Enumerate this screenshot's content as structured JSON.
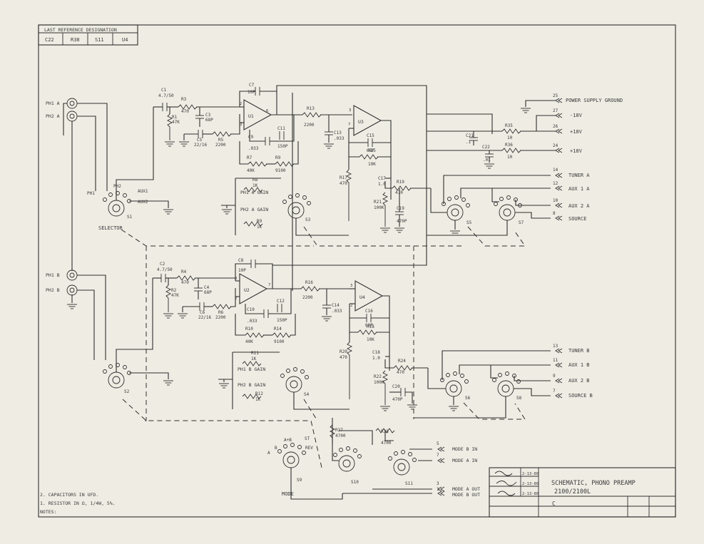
{
  "ref_table": {
    "header": "LAST REFERENCE DESIGNATION",
    "cells": [
      "C22",
      "R38",
      "S11",
      "U4"
    ]
  },
  "title_block": {
    "title": "SCHEMATIC, PHONO PREAMP",
    "model": "2100/2100L",
    "dates": [
      "2-13-80",
      "2-13-80",
      "2-13-80"
    ],
    "sheet": "C"
  },
  "notes": {
    "heading": "NOTES:",
    "lines": [
      "1. RESISTOR IN Ω, 1/4W, 5%.",
      "2. CAPACITORS IN UFD."
    ]
  },
  "inputs": {
    "ph1a": "PH1 A",
    "ph2a": "PH2 A",
    "ph1b": "PH1 B",
    "ph2b": "PH2 B"
  },
  "selector": {
    "ph1": "PH1",
    "ph2": "PH2",
    "aux1": "AUX1",
    "aux2": "AUX2",
    "label": "SELECTOR",
    "s1": "S1",
    "s2": "S2"
  },
  "ics": [
    "U1",
    "U3",
    "U2",
    "U4"
  ],
  "pins": {
    "p2": "2",
    "p3": "3",
    "p6": "6",
    "p7": "7",
    "p4": "4",
    "p14": "14"
  },
  "components_a": {
    "c1": "C1",
    "c1v": "4.7/50",
    "r3": "R3",
    "r3v": "470",
    "r1": "R1",
    "r1v": "47K",
    "c3": "C3",
    "c3v": "68P",
    "c5": "C5",
    "c5v": "22/16",
    "r5": "R5",
    "r5v": "2200",
    "c7": "C7",
    "c7v": "10P",
    "c9": "C9",
    "c9v": ".033",
    "c11": "C11",
    "c11v": "150P",
    "r7": "R7",
    "r7v": "40K",
    "r9": "R9",
    "r9v": "9100",
    "r13": "R13",
    "r13v": "2200",
    "c13": "C13",
    "c13v": ".033",
    "c15": "C15",
    "c15v": "68P",
    "r15": "R15",
    "r15v": "10K",
    "r17": "R17",
    "r17v": "470",
    "c17": "C17",
    "c17v": "1.0",
    "r19": "R19",
    "r19v": "470",
    "r21": "R21",
    "r21v": "100K",
    "c19": "C19",
    "c19v": "470P",
    "r8": "R8",
    "r8v": "1K",
    "rv": "R9",
    "rvv": "1K",
    "gain1": "PH1 A GAIN",
    "gain2": "PH2 A GAIN",
    "s3": "S3",
    "s5": "S5",
    "s7": "S7"
  },
  "components_b": {
    "c2": "C2",
    "c2v": "4.7/50",
    "r4": "R4",
    "r4v": "470",
    "r2": "R2",
    "r2v": "47K",
    "c4": "C4",
    "c4v": "68P",
    "c6": "C6",
    "c6v": "22/16",
    "r6": "R6",
    "r6v": "2200",
    "c8": "C8",
    "c8v": "10P",
    "c10": "C10",
    "c10v": ".033",
    "c12": "C12",
    "c12v": "150P",
    "r10": "R10",
    "r10v": "40K",
    "r14": "R14",
    "r14v": "9100",
    "r16": "R16",
    "r16v": "2200",
    "c14": "C14",
    "c14v": ".033",
    "c16": "C16",
    "c16v": "68P",
    "r18": "R18",
    "r18v": "10K",
    "r20": "R20",
    "r20v": "470",
    "c18": "C18",
    "c18v": "1.0",
    "r24": "R24",
    "r24v": "470",
    "r22": "R22",
    "r22v": "100K",
    "c20": "C20",
    "c20v": "470P",
    "r11": "R11",
    "r11v": "1K",
    "r12": "R12",
    "r12v": "1K",
    "gain1": "PH1 B GAIN",
    "gain2": "PH2 B GAIN",
    "s4": "S4",
    "s6": "S6",
    "s8": "S8"
  },
  "power": {
    "pin_gnd": "25",
    "gnd": "POWER SUPPLY GROUND",
    "pin1": "27",
    "v1": "-18V",
    "pin2": "26",
    "v2": "+18V",
    "pin3": "24",
    "v3": "+18V",
    "r35": "R35",
    "r35v": "10",
    "r36": "R36",
    "r36v": "10",
    "c21": "C21",
    "c21v": ".1",
    "c22": "C22",
    "c22v": ".01"
  },
  "outputs_a": [
    {
      "pin": "14",
      "label": "TUNER A"
    },
    {
      "pin": "12",
      "label": "AUX 1 A"
    },
    {
      "pin": "10",
      "label": "AUX 2 A"
    },
    {
      "pin": "8",
      "label": "SOURCE"
    }
  ],
  "outputs_b": [
    {
      "pin": "13",
      "label": "TUNER B"
    },
    {
      "pin": "11",
      "label": "AUX 1 B"
    },
    {
      "pin": "9",
      "label": "AUX 2 B"
    },
    {
      "pin": "7",
      "label": "SOURCE B"
    }
  ],
  "mode": {
    "label": "MODE",
    "s9": "S9",
    "s10": "S10",
    "s11": "S11",
    "a": "A",
    "b": "B",
    "ab": "A+B",
    "st": "ST",
    "rev": "REV",
    "r37": "R37",
    "r37v": "4700",
    "r38": "R38",
    "r38v": "4700",
    "outs": [
      {
        "pin": "5",
        "label": "MODE B IN"
      },
      {
        "pin": "7",
        "label": "MODE A IN"
      },
      {
        "pin": "3",
        "label": "MODE A OUT"
      },
      {
        "pin": "1",
        "label": "MODE B OUT"
      }
    ]
  }
}
